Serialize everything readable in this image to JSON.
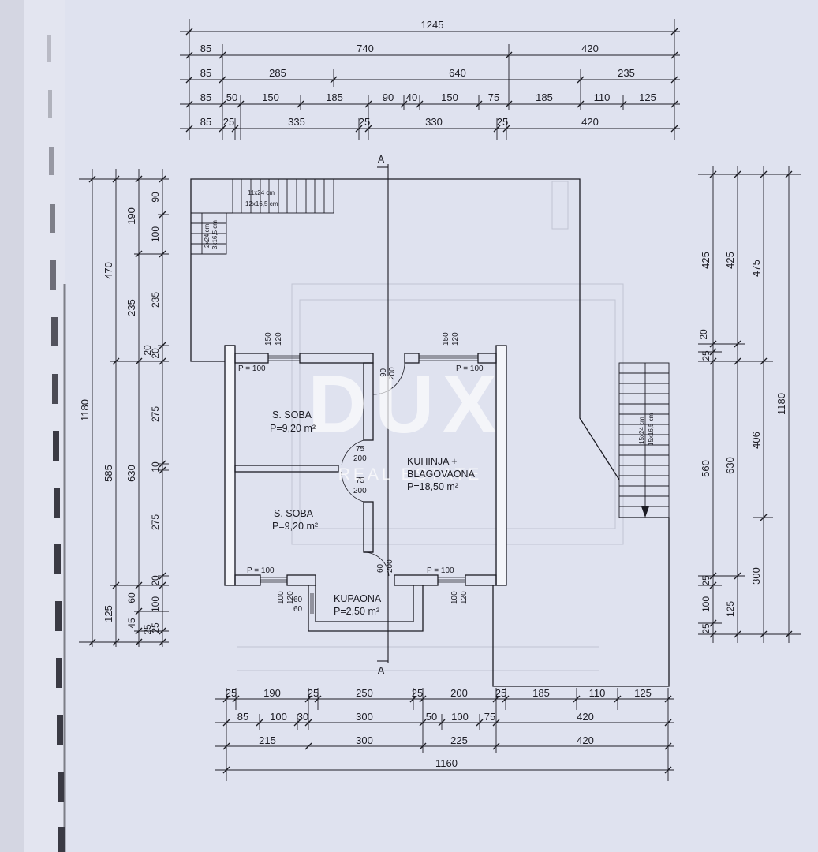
{
  "colors": {
    "paper": "#dfe2ef",
    "ink": "#1c1c24",
    "watermark": "#ffffff"
  },
  "watermark": {
    "brand": "DUX",
    "tagline": "REAL ESTATE"
  },
  "section_marks": {
    "top": "A",
    "bottom": "A"
  },
  "rooms": {
    "bed1_name": "S. SOBA",
    "bed1_area": "P=9,20 m²",
    "bed2_name": "S. SOBA",
    "bed2_area": "P=9,20 m²",
    "kitchen_name_1": "KUHINJA +",
    "kitchen_name_2": "BLAGOVAONA",
    "kitchen_area": "P=18,50 m²",
    "bath_name": "KUPAONA",
    "bath_area": "P=2,50 m²"
  },
  "stair_notes": {
    "top_1": "11x24 cm",
    "top_2": "12x16,5 cm",
    "left_1": "2x24 cm",
    "left_2": "3x16,5 cm",
    "right_1": "15x24 cm",
    "right_2": "15x16,5 cm"
  },
  "openings": {
    "win_bed1": "P = 100",
    "win_bed1_a": "150",
    "win_bed1_b": "120",
    "win_kit": "P = 100",
    "win_kit_a": "150",
    "win_kit_b": "120",
    "win_bed2": "P = 100",
    "win_bed2_a": "100",
    "win_bed2_b": "120",
    "win_kit2": "P = 100",
    "win_kit2_a": "100",
    "win_kit2_b": "120",
    "door_bed1_a": "75",
    "door_bed1_b": "200",
    "door_bed2_a": "75",
    "door_bed2_b": "200",
    "door_kit_a": "90",
    "door_kit_b": "200",
    "door_bath_a": "60",
    "door_bath_b": "200",
    "bath_win_a": "60",
    "bath_win_b": "60"
  },
  "top_dims": {
    "row1": [
      "1245"
    ],
    "row2": [
      "85",
      "740",
      "420"
    ],
    "row3": [
      "85",
      "285",
      "640",
      "235"
    ],
    "row4": [
      "85",
      "50",
      "150",
      "185",
      "90",
      "40",
      "150",
      "75",
      "185",
      "110",
      "125"
    ],
    "row5": [
      "85",
      "25",
      "335",
      "25",
      "330",
      "25",
      "420"
    ]
  },
  "bottom_dims": {
    "row1": [
      "25",
      "190",
      "25",
      "250",
      "25",
      "200",
      "25",
      "185",
      "110",
      "125"
    ],
    "row2": [
      "85",
      "100",
      "30",
      "300",
      "50",
      "100",
      "75",
      "420"
    ],
    "row3": [
      "215",
      "300",
      "225",
      "420"
    ],
    "row4": [
      "1160"
    ]
  },
  "left_dims": {
    "col1": [
      "1180"
    ],
    "col2": [
      "470",
      "585",
      "125"
    ],
    "col3": [
      "190",
      "235",
      "630",
      "60",
      "45"
    ],
    "col4": [
      "90",
      "100",
      "235",
      "20",
      "275",
      "10",
      "275",
      "20",
      "100",
      "25"
    ],
    "col5": [
      "20",
      "25"
    ]
  },
  "right_dims": {
    "col1": [
      "425",
      "25",
      "560",
      "25",
      "100",
      "25"
    ],
    "col2": [
      "425",
      "20",
      "630",
      "125"
    ],
    "col3": [
      "475",
      "406",
      "300"
    ],
    "col4": [
      "1180"
    ]
  }
}
